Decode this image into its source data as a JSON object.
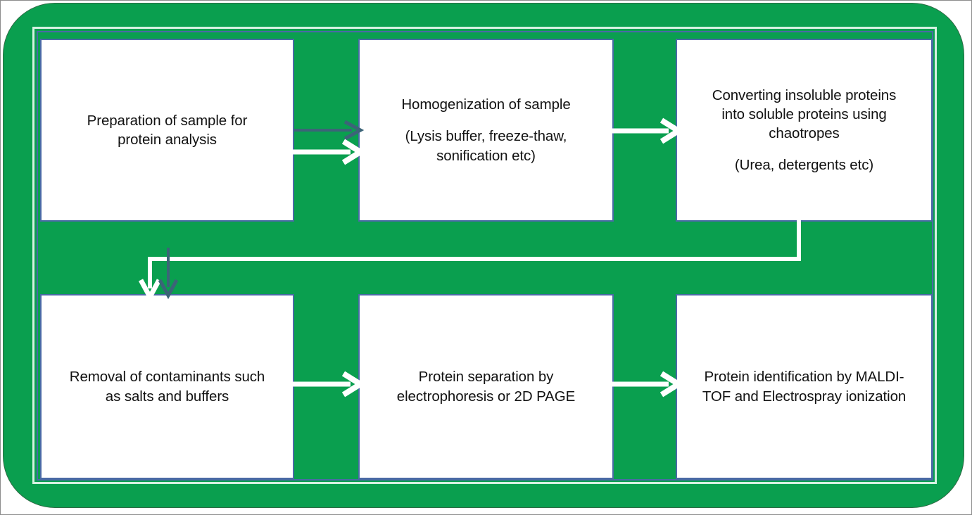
{
  "figure": {
    "type": "flowchart",
    "title": "Proteomics sample preparation and protein analysis workflow",
    "orientation": "left-to-right, two rows with serpentine wrap",
    "colors": {
      "panel_background": "#0a9f4f",
      "box_fill": "#ffffff",
      "box_border": "#4a6aa5",
      "arrow_primary": "#ffffff",
      "arrow_ghost": "#3c6478",
      "text": "#121212",
      "page_frame": "#8c8c8c"
    }
  },
  "nodes": [
    {
      "id": "box-1",
      "name": "preparation-of-sample",
      "step": 1,
      "paragraphs": [
        {
          "lines": [
            "Preparation of sample for",
            "protein analysis"
          ]
        }
      ]
    },
    {
      "id": "box-2",
      "name": "homogenization-of-sample",
      "step": 2,
      "paragraphs": [
        {
          "lines": [
            "Homogenization of sample"
          ]
        },
        {
          "lines": [
            "(Lysis buffer, freeze-thaw,",
            "sonification etc)"
          ]
        }
      ]
    },
    {
      "id": "box-3",
      "name": "converting-insoluble-proteins",
      "step": 3,
      "paragraphs": [
        {
          "lines": [
            "Converting insoluble proteins",
            "into soluble proteins using",
            "chaotropes"
          ]
        },
        {
          "lines": [
            "(Urea, detergents etc)"
          ]
        }
      ]
    },
    {
      "id": "box-4",
      "name": "removal-of-contaminants",
      "step": 4,
      "paragraphs": [
        {
          "lines": [
            "Removal of contaminants such",
            "as salts and buffers"
          ]
        }
      ]
    },
    {
      "id": "box-5",
      "name": "protein-separation",
      "step": 5,
      "paragraphs": [
        {
          "lines": [
            "Protein separation by",
            "electrophoresis or 2D PAGE"
          ]
        }
      ]
    },
    {
      "id": "box-6",
      "name": "protein-identification",
      "step": 6,
      "paragraphs": [
        {
          "lines": [
            "Protein identification  by MALDI-",
            "TOF and Electrospray ionization"
          ]
        }
      ]
    }
  ],
  "edges": [
    {
      "id": "arrow-1-2-white",
      "from": "box-1",
      "to": "box-2",
      "style": "solid-white",
      "direction": "right"
    },
    {
      "id": "arrow-1-2-ghost",
      "from": "box-1",
      "to": "box-2",
      "style": "solid-dark-ghost",
      "direction": "right"
    },
    {
      "id": "arrow-2-3",
      "from": "box-2",
      "to": "box-3",
      "style": "solid-white",
      "direction": "right"
    },
    {
      "id": "elbow-3-4",
      "from": "box-3",
      "to": "box-4",
      "style": "solid-white-elbow",
      "direction": "down-left-down"
    },
    {
      "id": "ghost-down",
      "from": "box-3",
      "to": "box-4",
      "style": "solid-dark-ghost",
      "direction": "down"
    },
    {
      "id": "arrow-4-5",
      "from": "box-4",
      "to": "box-5",
      "style": "solid-white",
      "direction": "right"
    },
    {
      "id": "arrow-5-6",
      "from": "box-5",
      "to": "box-6",
      "style": "solid-white",
      "direction": "right"
    }
  ]
}
